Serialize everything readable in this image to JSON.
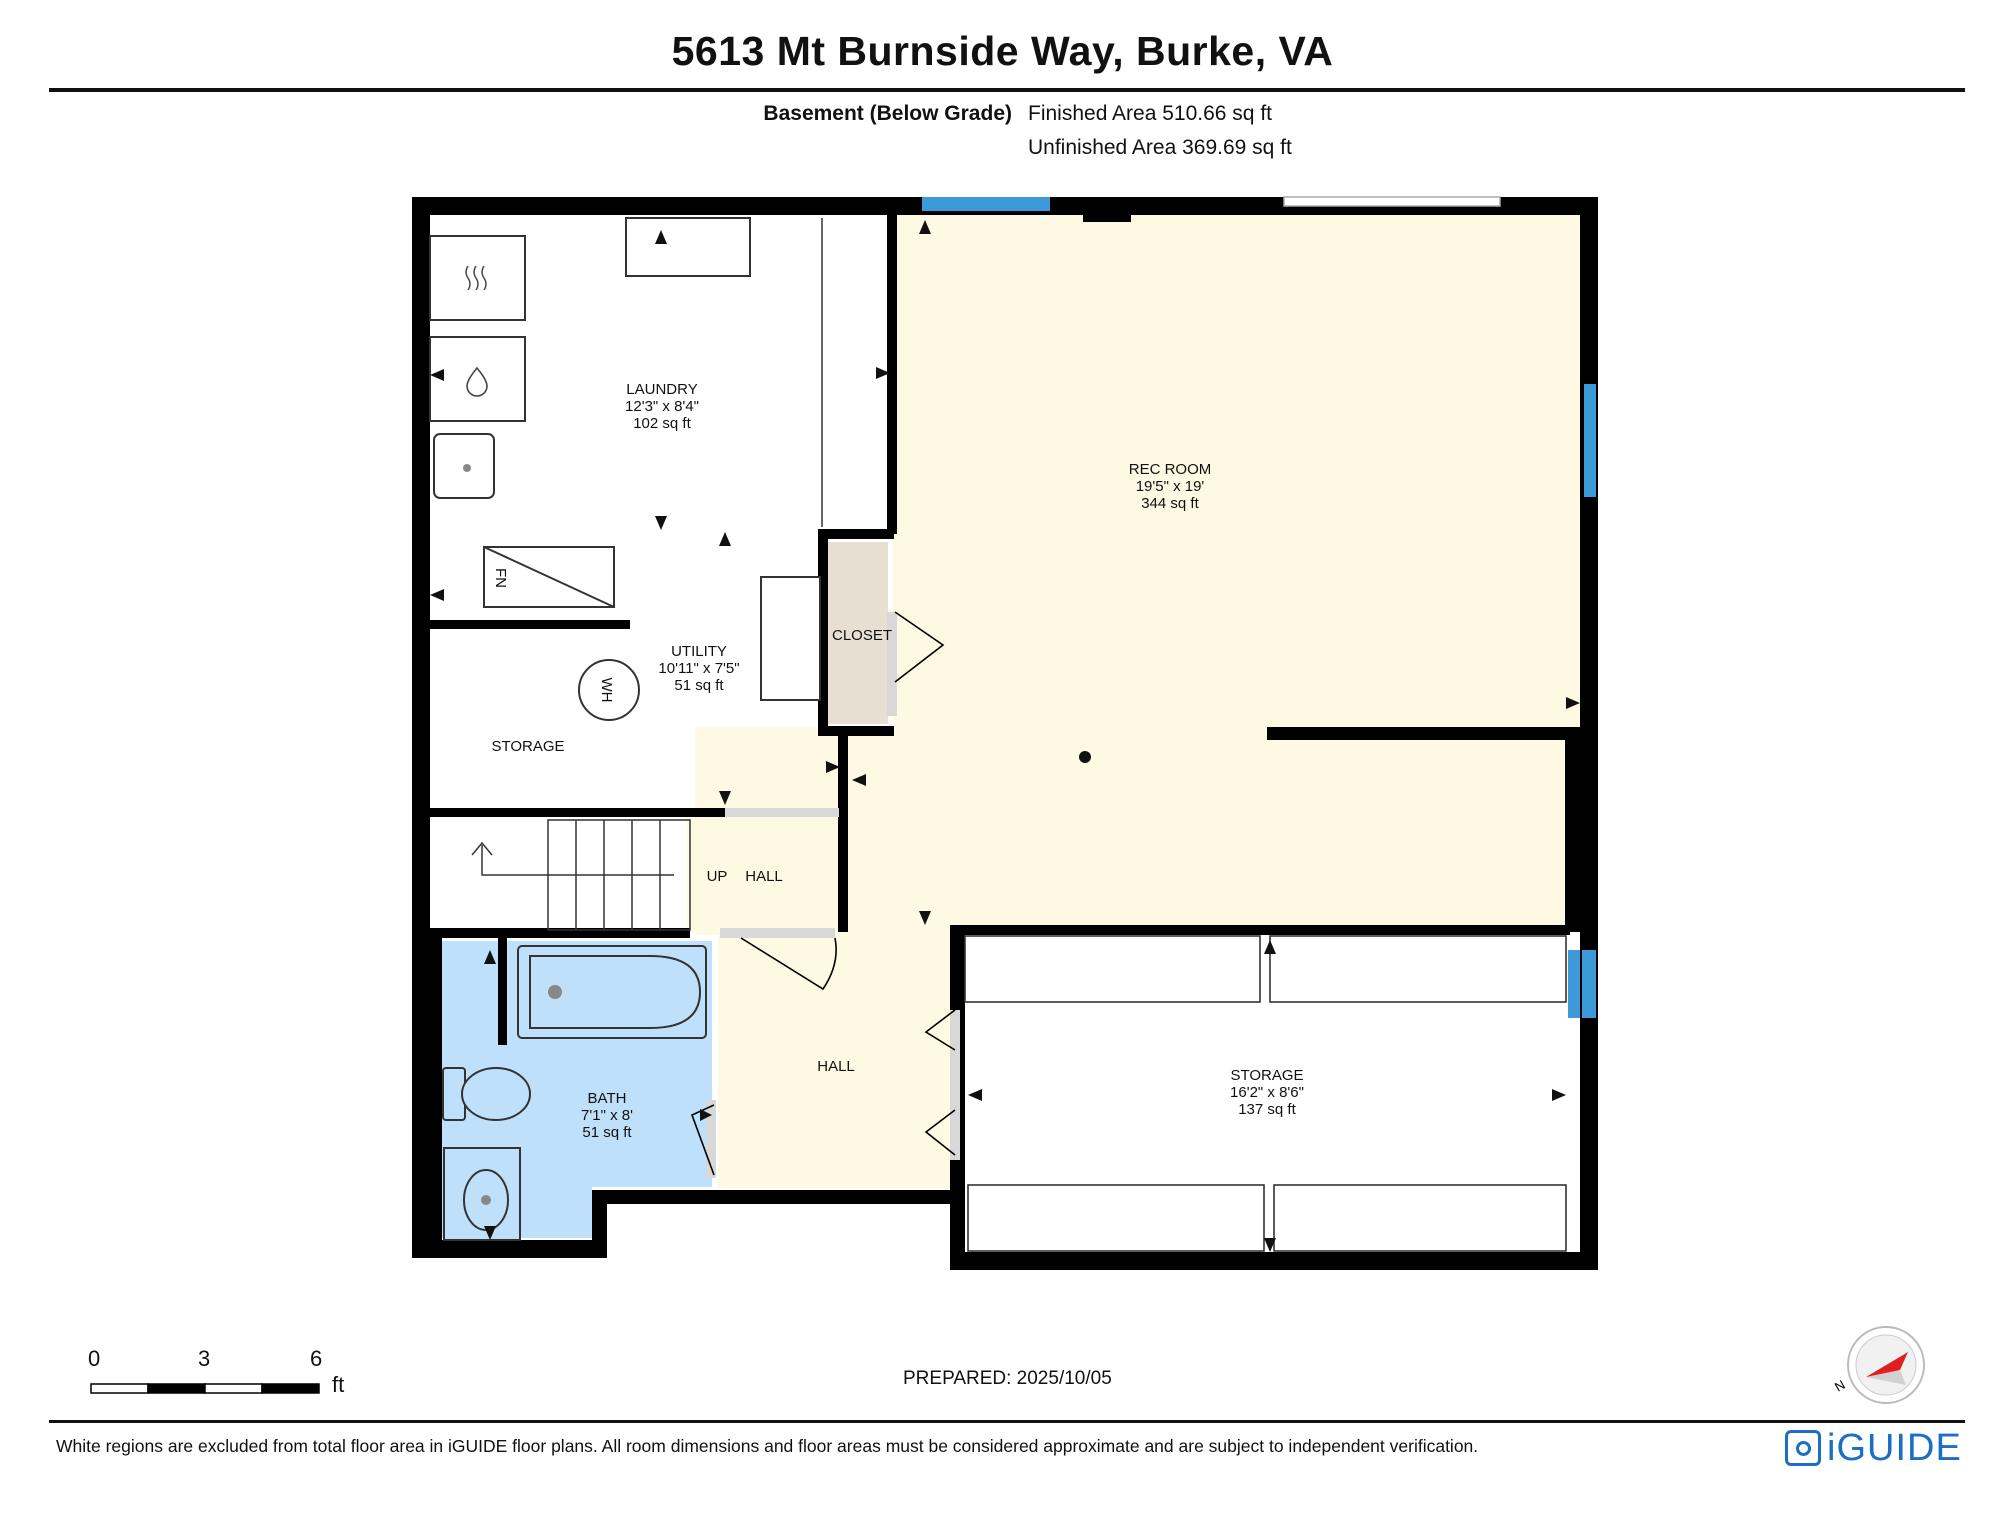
{
  "title": "5613 Mt Burnside Way, Burke, VA",
  "area_summary": {
    "level_label": "Basement (Below Grade)",
    "finished": "Finished Area 510.66 sq ft",
    "unfinished": "Unfinished Area 369.69 sq ft"
  },
  "rooms": {
    "laundry": {
      "name": "LAUNDRY",
      "dims": "12'3\" x 8'4\"",
      "area": "102 sq ft"
    },
    "utility": {
      "name": "UTILITY",
      "dims": "10'11\" x 7'5\"",
      "area": "51 sq ft"
    },
    "rec_room": {
      "name": "REC ROOM",
      "dims": "19'5\" x 19'",
      "area": "344 sq ft"
    },
    "closet": {
      "name": "CLOSET"
    },
    "storage_left": {
      "name": "STORAGE"
    },
    "hall_upper": {
      "name": "HALL"
    },
    "stairs": {
      "name": "UP"
    },
    "hall_lower": {
      "name": "HALL"
    },
    "bath": {
      "name": "BATH",
      "dims": "7'1\" x 8'",
      "area": "51 sq ft"
    },
    "storage_right": {
      "name": "STORAGE",
      "dims": "16'2\" x 8'6\"",
      "area": "137 sq ft"
    }
  },
  "fixtures": {
    "furnace": "FN",
    "water_heater": "WH"
  },
  "scale": {
    "ticks": [
      "0",
      "3",
      "6"
    ],
    "unit": "ft"
  },
  "prepared": "PREPARED: 2025/10/05",
  "compass": {
    "label": "N"
  },
  "disclaimer": "White regions are excluded from total floor area in iGUIDE floor plans. All room dimensions and floor areas must be considered approximate and are subject to independent verification.",
  "logo": "iGUIDE",
  "colors": {
    "finished_fill": "#fdf9e3",
    "bath_fill": "#bfe0fa",
    "closet_fill": "#e6dfd2",
    "window": "#3d9ad9",
    "wall": "#000000",
    "accent": "#1b6fc4",
    "compass_red": "#e02020"
  }
}
